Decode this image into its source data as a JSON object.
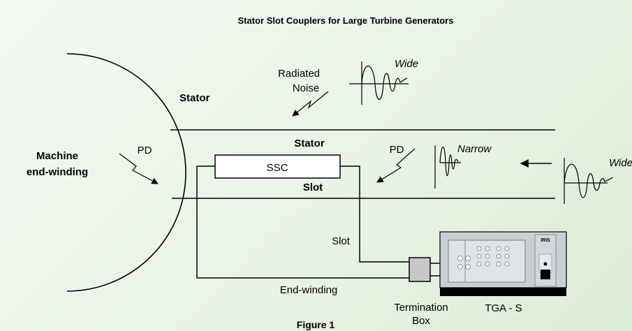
{
  "title": "Stator Slot Couplers for Large Turbine Generators",
  "figure_label": "Figure 1",
  "labels": {
    "radiated_noise_1": "Radiated",
    "radiated_noise_2": "Noise",
    "wide_top": "Wide",
    "stator_upper": "Stator",
    "machine_1": "Machine",
    "machine_2": "end-winding",
    "pd_left": "PD",
    "stator_mid": "Stator",
    "ssc": "SSC",
    "pd_right": "PD",
    "narrow": "Narrow",
    "wide_right": "Wide",
    "slot_bold": "Slot",
    "slot_wire": "Slot",
    "end_winding": "End-winding",
    "termination_1": "Termination",
    "termination_2": "Box",
    "tga": "TGA - S",
    "device_brand": "IRIS"
  },
  "colors": {
    "device_body": "#c9ced2",
    "device_panel": "#dfe3e6",
    "device_base": "#000000",
    "termination_box": "#c8c8c8",
    "ssc_box": "#ffffff"
  }
}
